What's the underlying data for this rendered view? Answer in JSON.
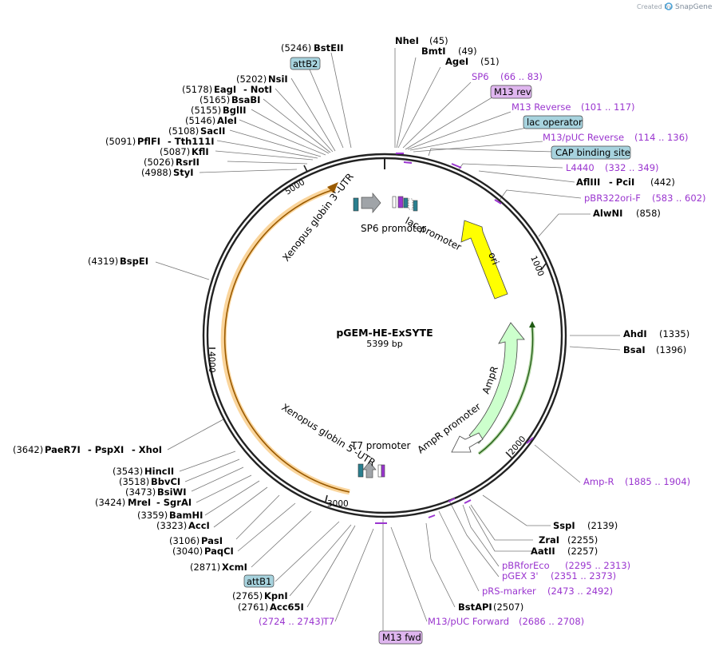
{
  "brand": {
    "created_by": "Created by",
    "app": "SnapGene"
  },
  "plasmid": {
    "name": "pGEM-HE-ExSYTE",
    "size": "5399 bp"
  },
  "ticks": [
    "1000",
    "2000",
    "3000",
    "4000",
    "5000"
  ],
  "features": {
    "xenopus3": "Xenopus globin 3'-UTR",
    "sp6": "SP6 promoter",
    "lac": "lac promoter",
    "ori": "ori",
    "ampr": "AmpR",
    "ampr_promoter": "AmpR promoter",
    "t7": "T7 promoter",
    "xenopus5": "Xenopus globin 5'-UTR"
  },
  "sites": {
    "bsteii": {
      "pos": "(5246)",
      "name": "BstEII"
    },
    "attb2": "attB2",
    "nsii": {
      "pos": "(5202)",
      "name": "NsiI"
    },
    "eagi": {
      "pos": "(5178)",
      "name": "EagI",
      "name2": "- NotI"
    },
    "bsabi": {
      "pos": "(5165)",
      "name": "BsaBI"
    },
    "bglii": {
      "pos": "(5155)",
      "name": "BglII"
    },
    "alei": {
      "pos": "(5146)",
      "name": "AleI"
    },
    "sacii": {
      "pos": "(5108)",
      "name": "SacII"
    },
    "pflfi": {
      "pos": "(5091)",
      "name": "PflFI",
      "name2": "- Tth111I"
    },
    "kfli": {
      "pos": "(5087)",
      "name": "KflI"
    },
    "rsrii": {
      "pos": "(5026)",
      "name": "RsrII"
    },
    "styi": {
      "pos": "(4988)",
      "name": "StyI"
    },
    "bspei": {
      "pos": "(4319)",
      "name": "BspEI"
    },
    "paer7i": {
      "pos": "(3642)",
      "name": "PaeR7I",
      "name2": "- PspXI",
      "name3": "- XhoI"
    },
    "hincii": {
      "pos": "(3543)",
      "name": "HincII"
    },
    "bbvci": {
      "pos": "(3518)",
      "name": "BbvCI"
    },
    "bsiwi": {
      "pos": "(3473)",
      "name": "BsiWI"
    },
    "mrei": {
      "pos": "(3424)",
      "name": "MreI",
      "name2": "- SgrAI"
    },
    "bamhi": {
      "pos": "(3359)",
      "name": "BamHI"
    },
    "acci": {
      "pos": "(3323)",
      "name": "AccI"
    },
    "pasi": {
      "pos": "(3106)",
      "name": "PasI"
    },
    "paqci": {
      "pos": "(3040)",
      "name": "PaqCI"
    },
    "xcmi": {
      "pos": "(2871)",
      "name": "XcmI"
    },
    "attb1": "attB1",
    "kpni": {
      "pos": "(2765)",
      "name": "KpnI"
    },
    "acc65i": {
      "pos": "(2761)",
      "name": "Acc65I"
    },
    "t7": {
      "pos": "(2724 .. 2743)",
      "name": "T7"
    },
    "m13fwd": "M13 fwd",
    "m13puc_fwd": {
      "name": "M13/pUC Forward",
      "pos": "(2686 .. 2708)"
    },
    "bstapi": {
      "name": "BstAPI",
      "pos": "(2507)"
    },
    "prs": {
      "name": "pRS-marker",
      "pos": "(2473 .. 2492)"
    },
    "pgex": {
      "name": "pGEX 3'",
      "pos": "(2351 .. 2373)"
    },
    "pbrforeco": {
      "name": "pBRforEco",
      "pos": "(2295 .. 2313)"
    },
    "aatii": {
      "name": "AatII",
      "pos": "(2257)"
    },
    "zrai": {
      "name": "ZraI",
      "pos": "(2255)"
    },
    "sspi": {
      "name": "SspI",
      "pos": "(2139)"
    },
    "ampr_primer": {
      "name": "Amp-R",
      "pos": "(1885 .. 1904)"
    },
    "bsai": {
      "name": "BsaI",
      "pos": "(1396)"
    },
    "ahdi": {
      "name": "AhdI",
      "pos": "(1335)"
    },
    "alwni": {
      "name": "AlwNI",
      "pos": "(858)"
    },
    "pbr322": {
      "name": "pBR322ori-F",
      "pos": "(583 .. 602)"
    },
    "afliii": {
      "name": "AflIII",
      "name2": "- PciI",
      "pos": "(442)"
    },
    "l4440": {
      "name": "L4440",
      "pos": "(332 .. 349)"
    },
    "cap": "CAP binding site",
    "m13puc_rev": {
      "name": "M13/pUC Reverse",
      "pos": "(114 .. 136)"
    },
    "lac_op": "lac operator",
    "m13_reverse": {
      "name": "M13 Reverse",
      "pos": "(101 .. 117)"
    },
    "m13rev": "M13 rev",
    "sp6": {
      "name": "SP6",
      "pos": "(66 .. 83)"
    },
    "agei": {
      "name": "AgeI",
      "pos": "(51)"
    },
    "bmti": {
      "name": "BmtI",
      "pos": "(49)"
    },
    "nhei": {
      "name": "NheI",
      "pos": "(45)"
    }
  },
  "colors": {
    "purple": "#9a35cf",
    "ori": "#ffff00",
    "ampr": "#ccffcc",
    "utr": "#f5b24a",
    "teal": "#2a7f8f",
    "box_blue": "#a7d3de",
    "box_purple": "#dfb6ef"
  }
}
